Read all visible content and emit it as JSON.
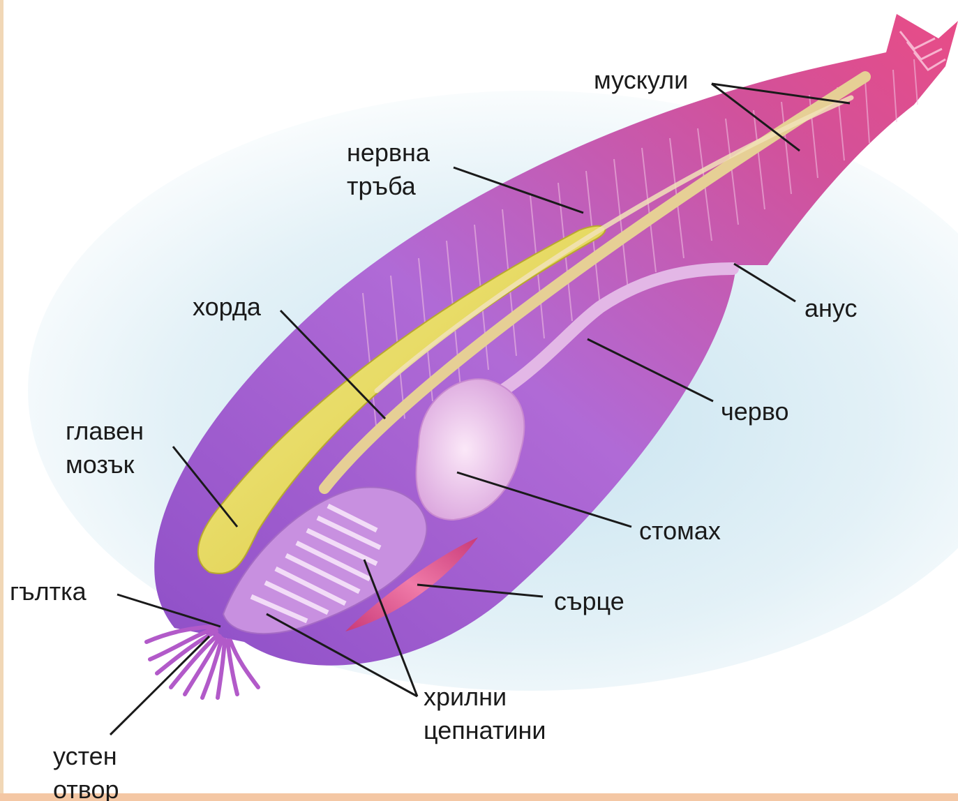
{
  "colors": {
    "background": "#ffffff",
    "backdrop": "#d8ecf4",
    "body_purple": "#a65fd0",
    "body_pink": "#e0488c",
    "brain_yellow": "#e8dc55",
    "chord_cream": "#eed9a3",
    "stomach_pink": "#f0c6ea",
    "heart_red": "#d84d84",
    "left_edge_band": "#f1d7b6",
    "bottom_edge_band": "#f4c7a4",
    "label_line": "#1a1a1a"
  },
  "labels": {
    "muscles": "мускули",
    "nerve_tube": [
      "нервна",
      "тръба"
    ],
    "anus": "анус",
    "chord": "хорда",
    "intestine": "черво",
    "brain": [
      "главен",
      "мозък"
    ],
    "stomach": "стомах",
    "pharynx": "гълтка",
    "heart": "сърце",
    "gill_slits": [
      "хрилни",
      "цепнатини"
    ],
    "mouth": [
      "устен",
      "отвор"
    ]
  }
}
